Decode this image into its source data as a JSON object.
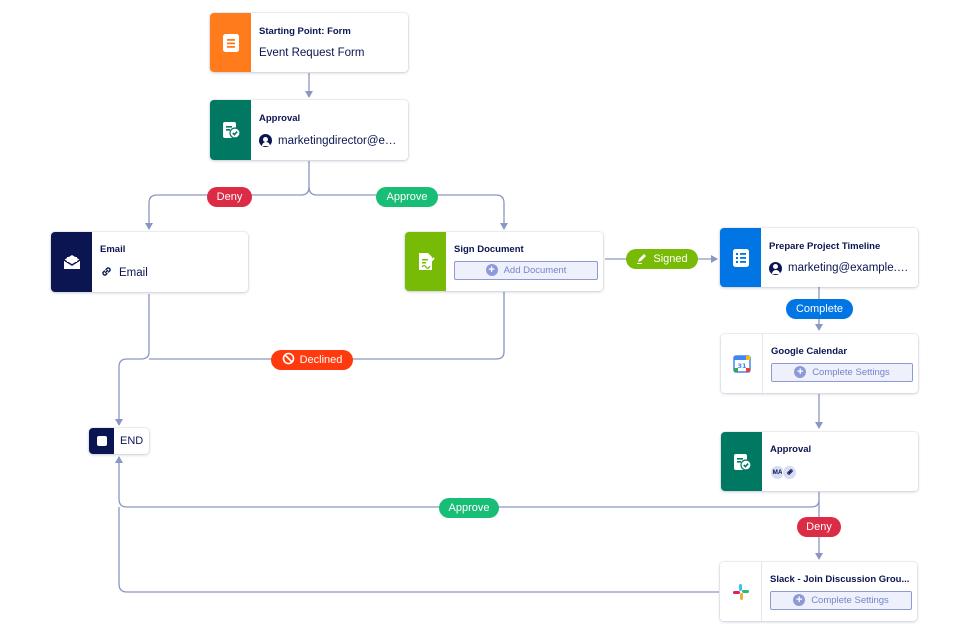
{
  "nodes": {
    "start": {
      "title": "Starting Point: Form",
      "sub": "Event Request Form",
      "icon": "form-icon",
      "color": "#ff7b1c"
    },
    "approval1": {
      "title": "Approval",
      "sub": "marketingdirector@ex...",
      "icon": "approval-icon",
      "color": "#007862"
    },
    "email": {
      "title": "Email",
      "sub": "Email",
      "icon": "email-icon",
      "color": "#0a1551"
    },
    "sign": {
      "title": "Sign Document",
      "button": "Add Document",
      "icon": "sign-document-icon",
      "color": "#78bb07"
    },
    "timeline": {
      "title": "Prepare Project Timeline",
      "sub": "marketing@example.c...",
      "icon": "checklist-icon",
      "color": "#0075e3"
    },
    "gcal": {
      "title": "Google Calendar",
      "button": "Complete Settings",
      "icon": "google-calendar-icon"
    },
    "approval2": {
      "title": "Approval",
      "avatar_initials": "MA",
      "icon": "approval-icon",
      "color": "#007862"
    },
    "slack": {
      "title": "Slack - Join Discussion Grou...",
      "button": "Complete Settings",
      "icon": "slack-icon"
    },
    "end": {
      "label": "END",
      "icon": "stop-icon"
    }
  },
  "edge_labels": {
    "deny1": "Deny",
    "approve1": "Approve",
    "declined": "Declined",
    "signed": "Signed",
    "complete": "Complete",
    "approve2": "Approve",
    "deny2": "Deny"
  },
  "colors": {
    "deny": "#dc2c45",
    "approve": "#18bd76",
    "declined": "#ff3a0e",
    "signed": "#78bb07",
    "complete": "#0075e3",
    "edge": "#8a96c4"
  }
}
